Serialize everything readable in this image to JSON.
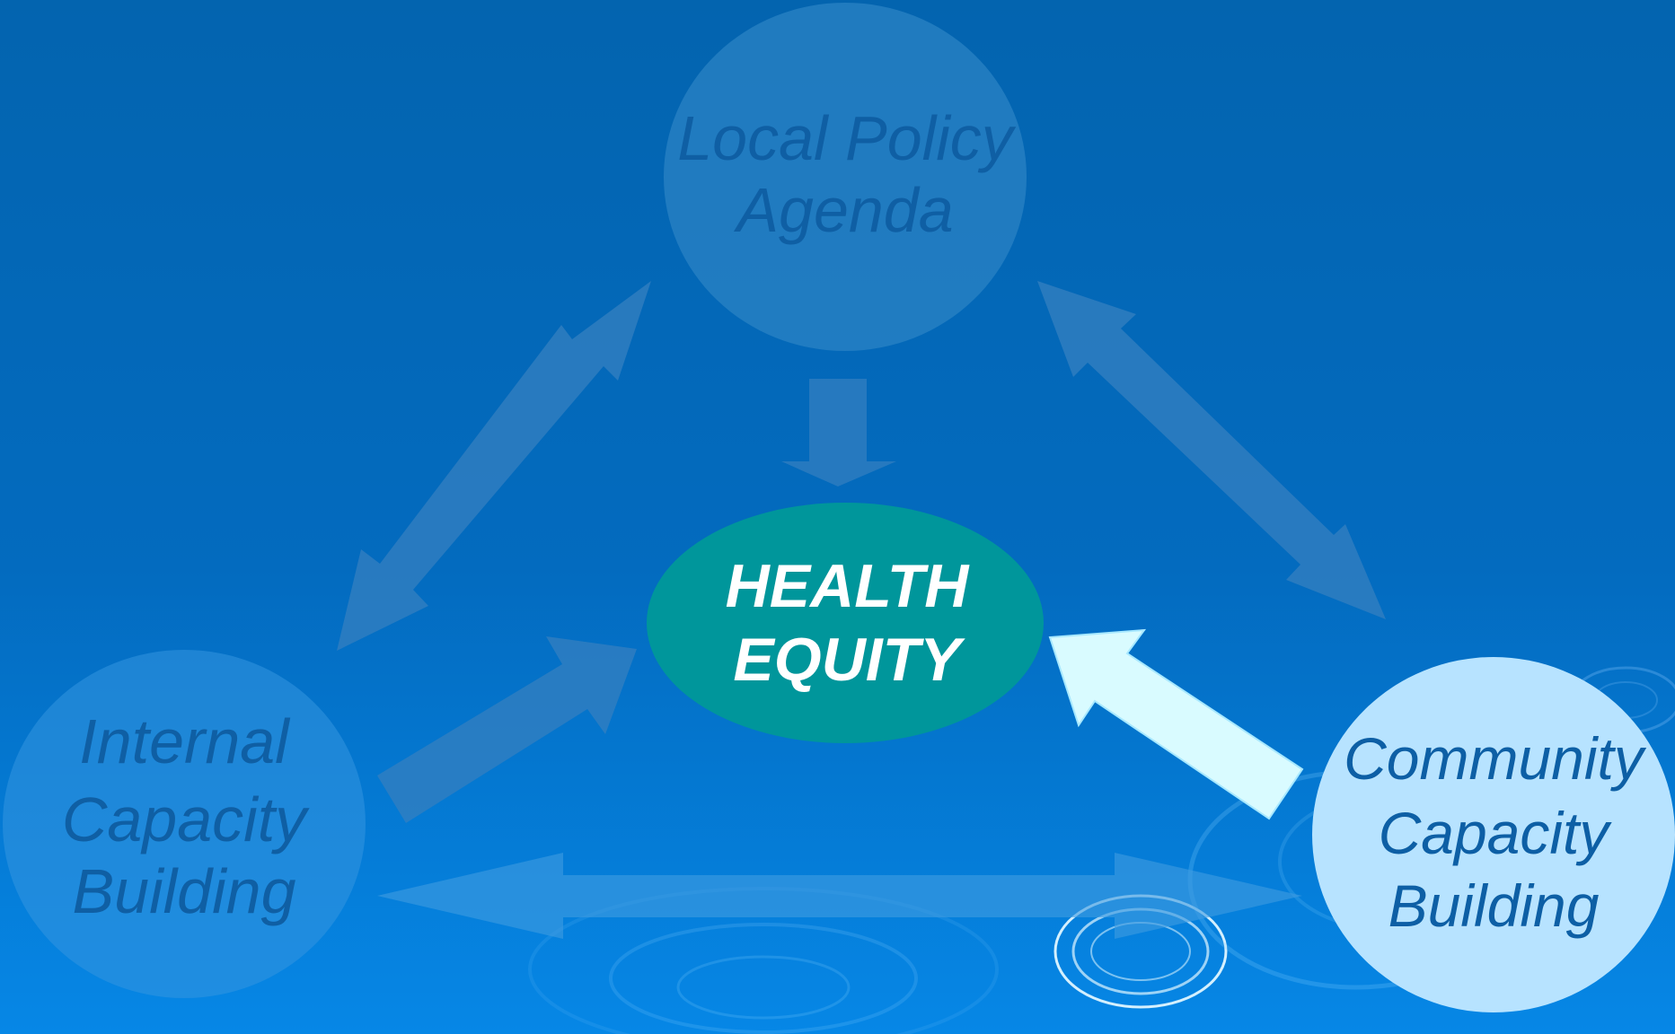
{
  "diagram": {
    "center": {
      "lines": [
        "HEALTH",
        "EQUITY"
      ]
    },
    "nodes": {
      "top": {
        "lines": [
          "Local Policy",
          "Agenda"
        ]
      },
      "left": {
        "lines": [
          "Internal",
          "Capacity",
          "Building"
        ]
      },
      "right": {
        "lines": [
          "Community",
          "Capacity",
          "Building"
        ]
      }
    }
  }
}
